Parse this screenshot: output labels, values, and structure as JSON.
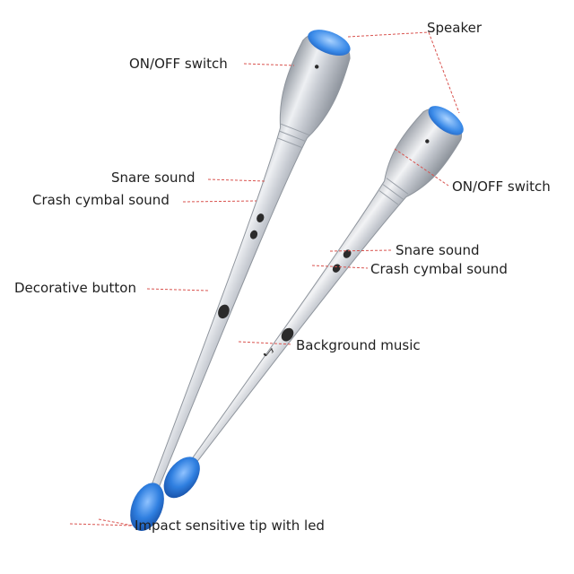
{
  "labels": {
    "speaker": "Speaker",
    "on_off_left": "ON/OFF switch",
    "on_off_right": "ON/OFF switch",
    "snare_left": "Snare sound",
    "crash_left": "Crash cymbal sound",
    "snare_right": "Snare sound",
    "crash_right": "Crash cymbal sound",
    "decorative": "Decorative button",
    "background_music": "Background music",
    "impact_tip": "Impact sensitive tip with led"
  },
  "colors": {
    "leader_line": "#d9534f",
    "body_silver": "#c9ccd2",
    "tip_blue": "#2f7fe0",
    "button_dark": "#2b2b2b"
  },
  "icons": {
    "music_note": "music-note-icon"
  }
}
